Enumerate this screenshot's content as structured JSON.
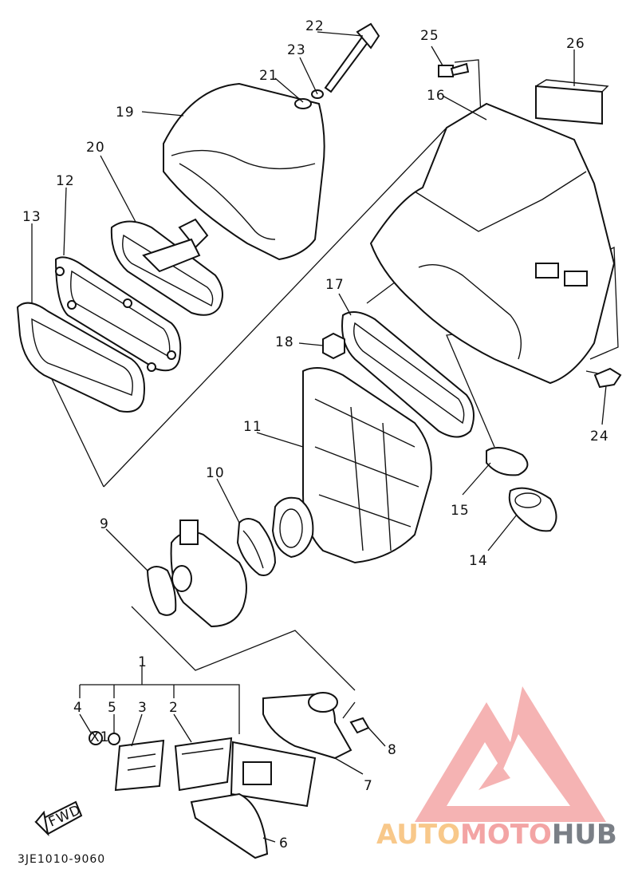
{
  "diagram": {
    "drawing_code": "3JE1010-9060",
    "fwd_label": "FWD",
    "x1_label": "X1",
    "callouts": [
      "1",
      "2",
      "3",
      "4",
      "5",
      "6",
      "7",
      "8",
      "9",
      "10",
      "11",
      "12",
      "13",
      "14",
      "15",
      "16",
      "17",
      "18",
      "19",
      "20",
      "21",
      "22",
      "23",
      "24",
      "25",
      "26"
    ]
  },
  "watermark": {
    "part_a": "AUTO",
    "part_b": "MOTO",
    "part_c": "HUB",
    "colors": {
      "auto": "#f8c88a",
      "moto": "#f3a4a4",
      "hub": "#7a7f86",
      "logo": "#f29a9a"
    }
  }
}
